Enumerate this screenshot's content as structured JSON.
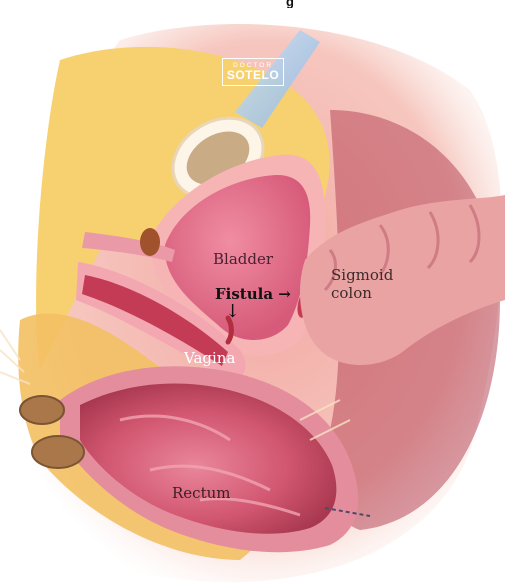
{
  "header": {
    "title_fragment": "g"
  },
  "watermark": {
    "line1": "DOCTOR",
    "line2": "SOTELO"
  },
  "labels": {
    "bladder": "Bladder",
    "fistula": "Fistula",
    "sigmoid_line1": "Sigmoid",
    "sigmoid_line2": "colon",
    "vagina": "Vagina",
    "rectum": "Rectum"
  },
  "arrows": {
    "right": "→",
    "down": "↓"
  },
  "colors": {
    "skin": "#fbe6d6",
    "fat": "#f6cf67",
    "tissue": "#f2a8a8",
    "bladder": "#e2738d",
    "vagina_wall": "#c43b55",
    "rectum": "#c9506a",
    "colon": "#e7a3a3",
    "bone": "#fdf6e8"
  }
}
